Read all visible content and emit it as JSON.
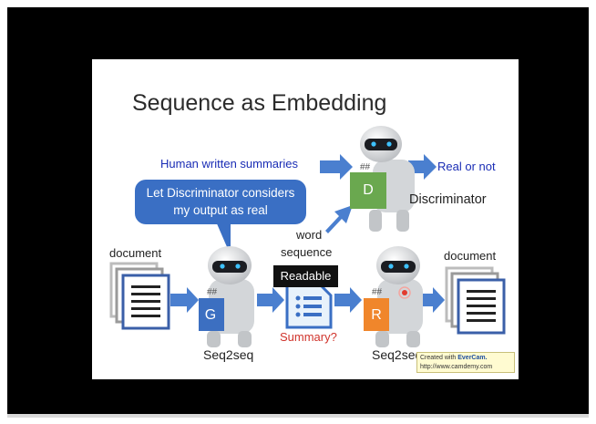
{
  "video": {
    "progress": 0.0
  },
  "slide": {
    "title": "Sequence as Embedding",
    "human_summaries": "Human written summaries",
    "real_or_not": "Real or not",
    "discriminator_badge": "D",
    "discriminator_label": "Discriminator",
    "bubble_line1": "Let Discriminator considers",
    "bubble_line2": "my output as real",
    "word_line1": "word",
    "word_line2": "sequence",
    "readable": "Readable",
    "summary_question": "Summary?",
    "document_left": "document",
    "document_right": "document",
    "generator_badge": "G",
    "generator_label": "Seq2seq",
    "reconstructor_badge": "R",
    "reconstructor_label": "Seq2seq"
  },
  "watermark": {
    "line1_prefix": "Created with ",
    "line1_brand": "EverCam.",
    "line2": "http://www.camdemy.com"
  },
  "colors": {
    "arrow": "#4a7fcf",
    "bubble": "#3a6fc4",
    "badge_d": "#6aa84f",
    "badge_g": "#3c6fc1",
    "badge_r": "#f0862b",
    "text_blue": "#1a2db5",
    "text_red": "#d0342c"
  }
}
